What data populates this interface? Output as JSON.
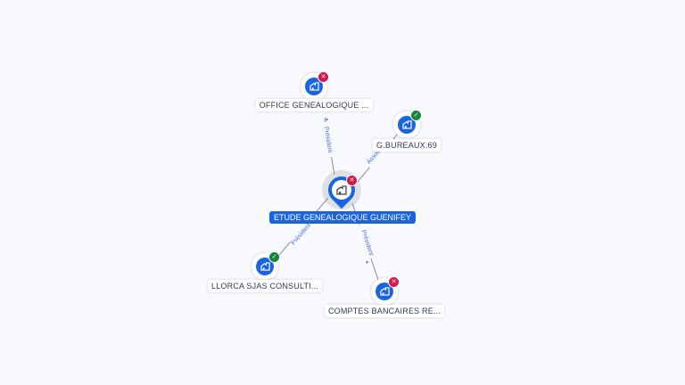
{
  "center": {
    "name": "ETUDE GENEALOGIQUE GUENIFEY",
    "status": "closed"
  },
  "nodes": [
    {
      "name": "OFFICE GENEALOGIQUE ...",
      "status": "closed",
      "relation": "Président"
    },
    {
      "name": "G.BUREAUX.69",
      "status": "active",
      "relation": "Associé"
    },
    {
      "name": "LLORCA SJAS CONSULTI...",
      "status": "active",
      "relation": "Président"
    },
    {
      "name": "COMPTES BANCAIRES RE...",
      "status": "closed",
      "relation": "Président"
    }
  ],
  "icons": {
    "node": "company-building-icon",
    "closed": "close-badge-icon",
    "active": "check-badge-icon"
  },
  "colors": {
    "primary": "#1a64e0",
    "closed": "#d3164b",
    "active": "#18853e"
  }
}
